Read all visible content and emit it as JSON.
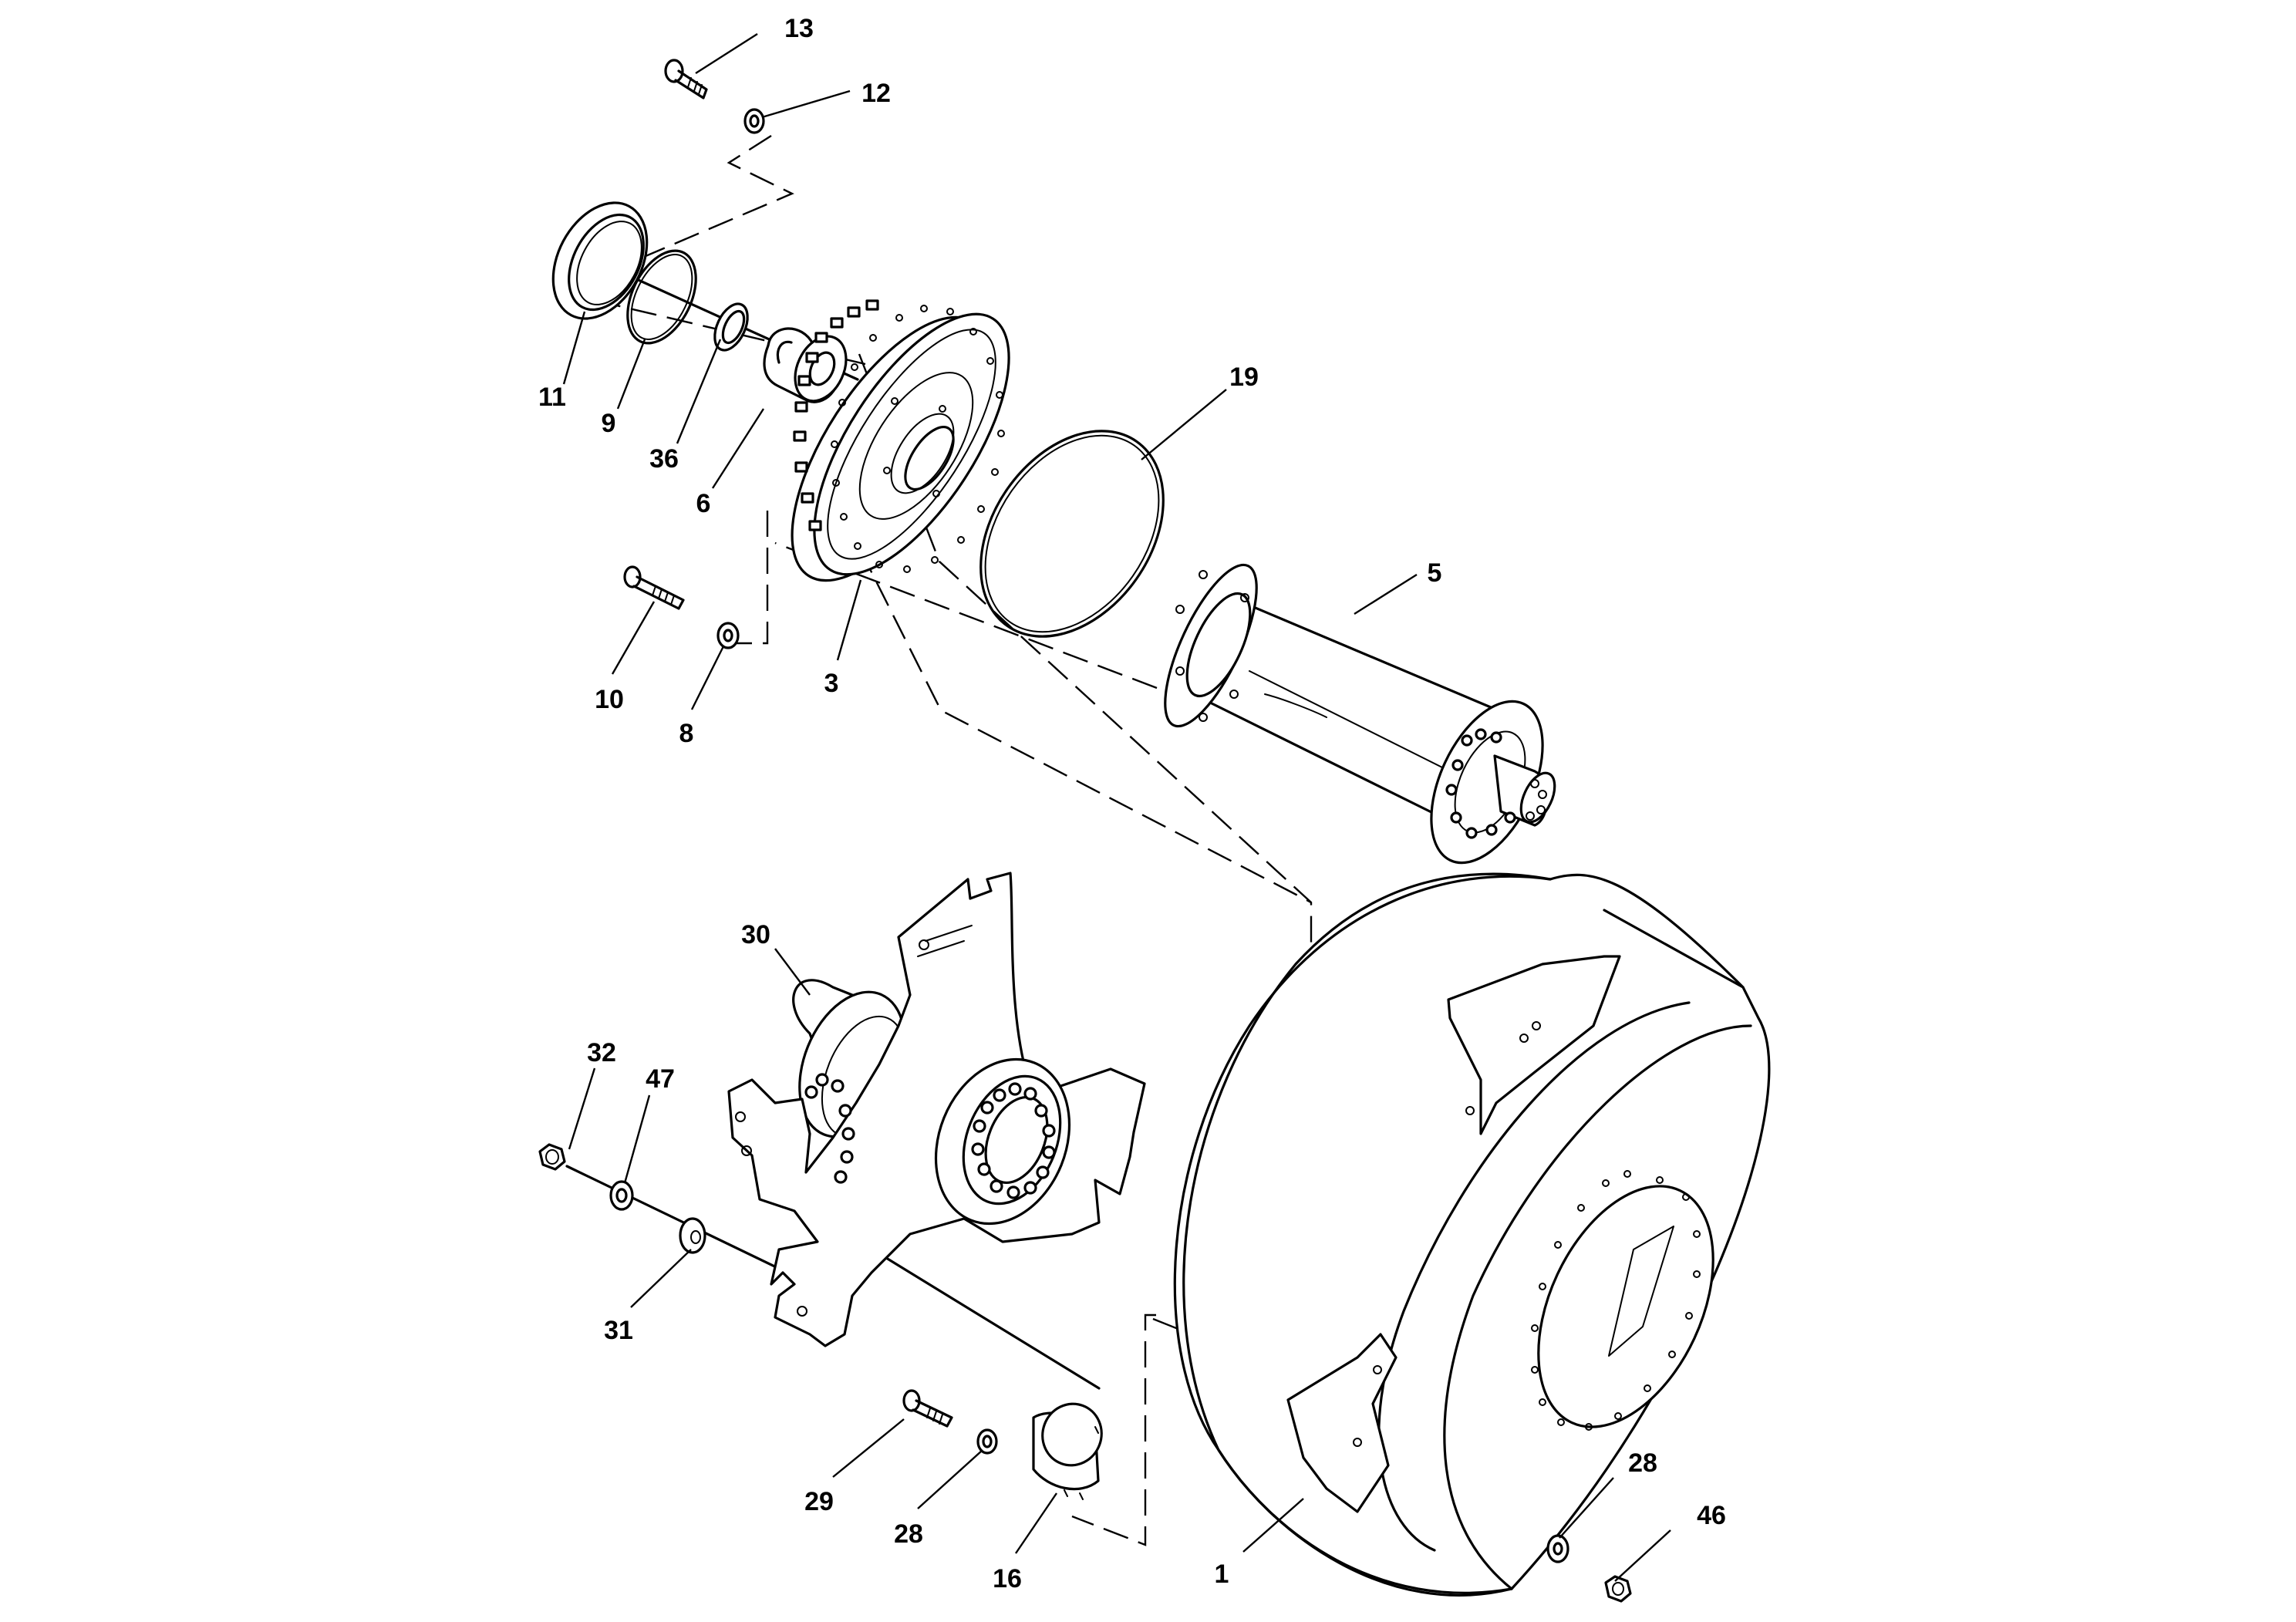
{
  "diagram": {
    "callouts": [
      "13",
      "12",
      "11",
      "9",
      "36",
      "6",
      "19",
      "5",
      "10",
      "8",
      "3",
      "30",
      "32",
      "47",
      "31",
      "29",
      "28",
      "16",
      "1",
      "28",
      "46"
    ]
  }
}
